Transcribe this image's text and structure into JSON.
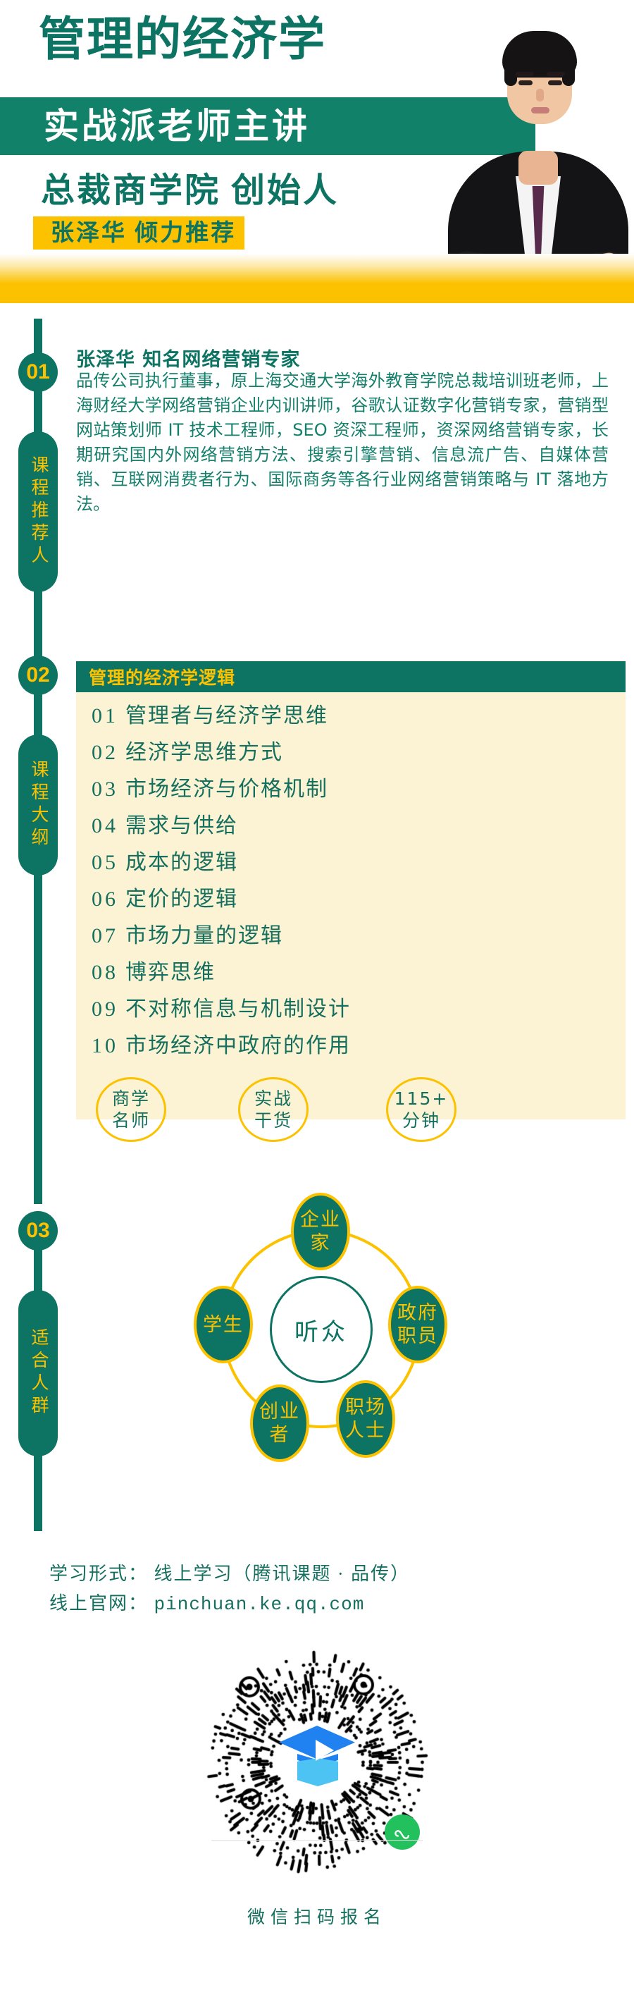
{
  "colors": {
    "green": "#0d7362",
    "green_band": "#128169",
    "yellow": "#fcc200",
    "cream": "#fcf3d4",
    "white": "#ffffff",
    "qr_blue": "#2082f0",
    "qr_blue_light": "#4cc3f2",
    "wechat_green": "#22c15e"
  },
  "hero": {
    "title": "管理的经济学",
    "band_text": "实战派老师主讲",
    "subtitle": "总裁商学院 创始人",
    "recommend": "张泽华 倾力推荐",
    "portrait_alt": "instructor-portrait"
  },
  "section1": {
    "number": "01",
    "vertical_label": "课程推荐人",
    "name": "张泽华 知名网络营销专家",
    "bio": "品传公司执行董事，原上海交通大学海外教育学院总裁培训班老师，上海财经大学网络营销企业内训讲师，谷歌认证数字化营销专家，营销型网站策划师 IT 技术工程师，SEO 资深工程师，资深网络营销专家，长期研究国内外网络营销方法、搜索引擎营销、信息流广告、自媒体营销、互联网消费者行为、国际商务等各行业网络营销策略与 IT 落地方法。"
  },
  "section2": {
    "number": "02",
    "vertical_label": "课程大纲",
    "card_title": "管理的经济学逻辑",
    "items": [
      {
        "num": "01",
        "text": "管理者与经济学思维"
      },
      {
        "num": "02",
        "text": "经济学思维方式"
      },
      {
        "num": "03",
        "text": "市场经济与价格机制"
      },
      {
        "num": "04",
        "text": "需求与供给"
      },
      {
        "num": "05",
        "text": "成本的逻辑"
      },
      {
        "num": "06",
        "text": "定价的逻辑"
      },
      {
        "num": "07",
        "text": "市场力量的逻辑"
      },
      {
        "num": "08",
        "text": "博弈思维"
      },
      {
        "num": "09",
        "text": "不对称信息与机制设计"
      },
      {
        "num": "10",
        "text": "市场经济中政府的作用"
      }
    ],
    "pills": [
      {
        "line1": "商学",
        "line2": "名师"
      },
      {
        "line1": "实战",
        "line2": "干货"
      },
      {
        "line1": "115+",
        "line2": "分钟"
      }
    ]
  },
  "section3": {
    "number": "03",
    "vertical_label": "适合人群",
    "center": "听众",
    "nodes": [
      {
        "line1": "企业",
        "line2": "家"
      },
      {
        "line1": "学生",
        "line2": ""
      },
      {
        "line1": "政府",
        "line2": "职员"
      },
      {
        "line1": "创业",
        "line2": "者"
      },
      {
        "line1": "职场",
        "line2": "人士"
      }
    ]
  },
  "footer": {
    "study_form": "学习形式： 线上学习（腾讯课题 · 品传）",
    "site_label": "线上官网：",
    "site_url": "pinchuan.ke.qq.com",
    "qr_caption": "微信扫码报名"
  }
}
